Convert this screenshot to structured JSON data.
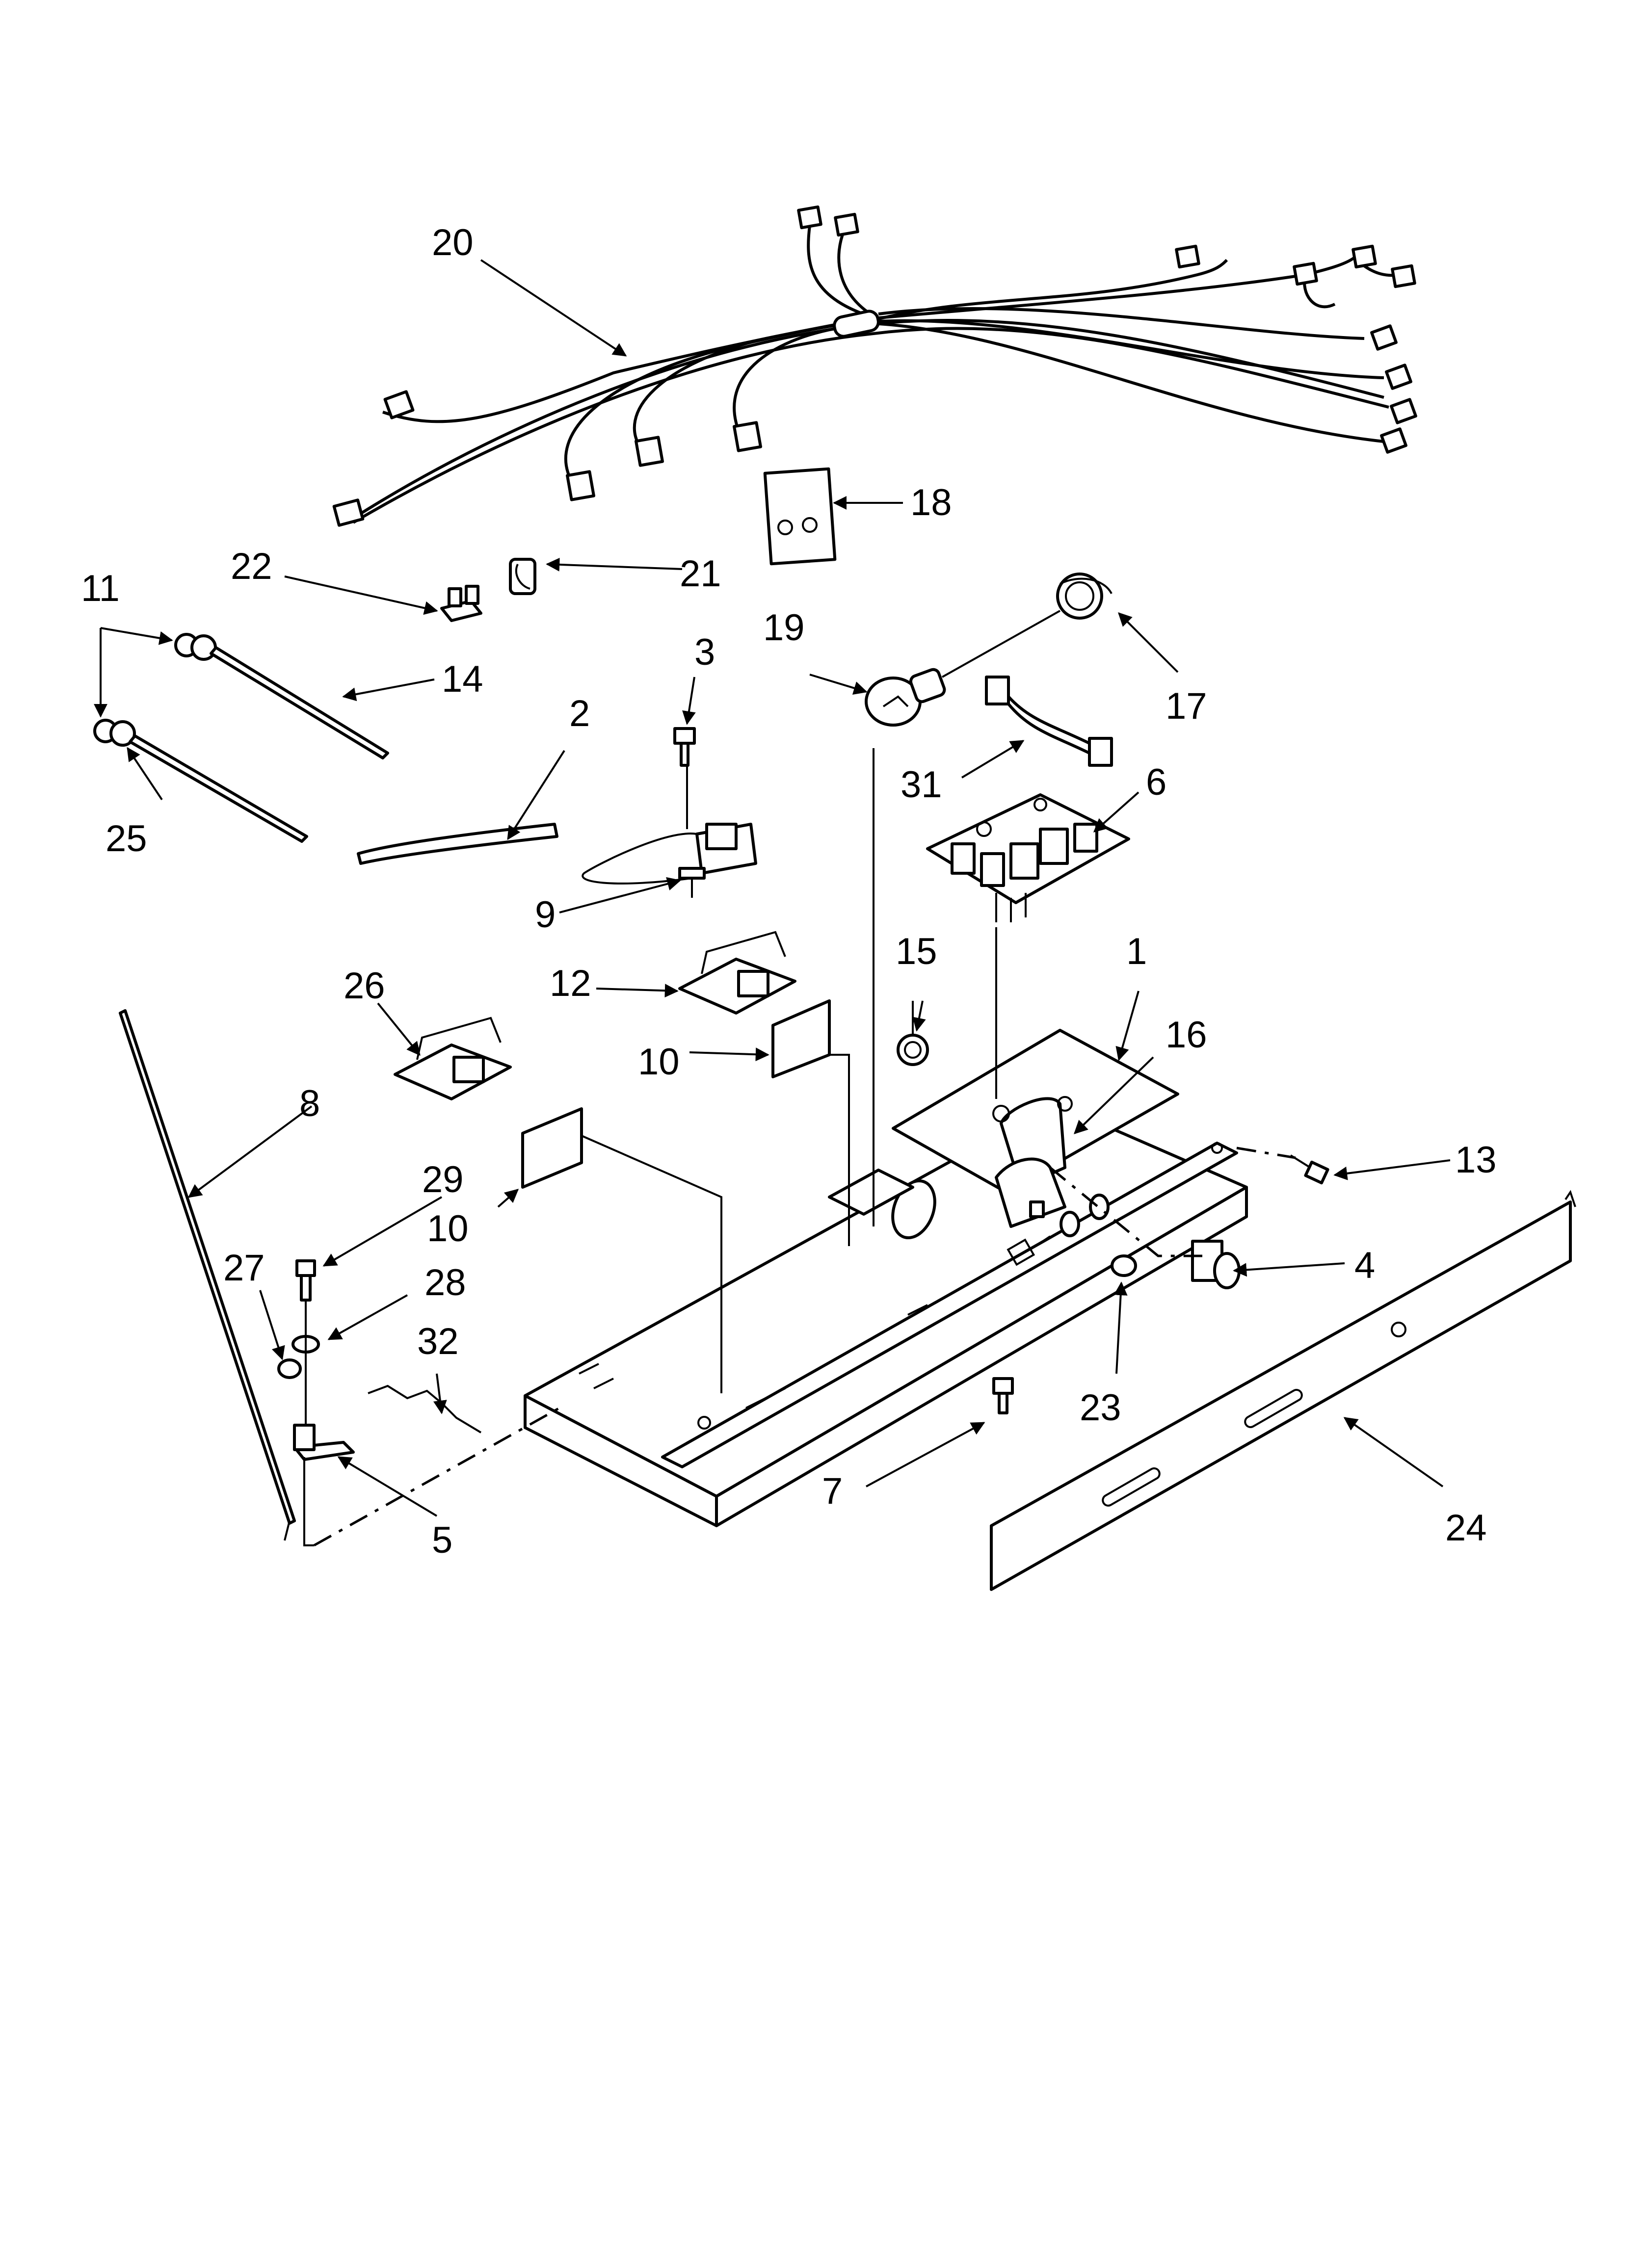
{
  "diagram": {
    "callouts": [
      {
        "id": "c1",
        "label": "1"
      },
      {
        "id": "c2",
        "label": "2"
      },
      {
        "id": "c3",
        "label": "3"
      },
      {
        "id": "c4",
        "label": "4"
      },
      {
        "id": "c5",
        "label": "5"
      },
      {
        "id": "c6",
        "label": "6"
      },
      {
        "id": "c7",
        "label": "7"
      },
      {
        "id": "c8",
        "label": "8"
      },
      {
        "id": "c9",
        "label": "9"
      },
      {
        "id": "c10a",
        "label": "10"
      },
      {
        "id": "c10b",
        "label": "10"
      },
      {
        "id": "c11",
        "label": "11"
      },
      {
        "id": "c12",
        "label": "12"
      },
      {
        "id": "c13",
        "label": "13"
      },
      {
        "id": "c14",
        "label": "14"
      },
      {
        "id": "c15",
        "label": "15"
      },
      {
        "id": "c16",
        "label": "16"
      },
      {
        "id": "c17",
        "label": "17"
      },
      {
        "id": "c18",
        "label": "18"
      },
      {
        "id": "c19",
        "label": "19"
      },
      {
        "id": "c20",
        "label": "20"
      },
      {
        "id": "c21",
        "label": "21"
      },
      {
        "id": "c22",
        "label": "22"
      },
      {
        "id": "c23",
        "label": "23"
      },
      {
        "id": "c24",
        "label": "24"
      },
      {
        "id": "c25",
        "label": "25"
      },
      {
        "id": "c26",
        "label": "26"
      },
      {
        "id": "c27",
        "label": "27"
      },
      {
        "id": "c28",
        "label": "28"
      },
      {
        "id": "c29",
        "label": "29"
      },
      {
        "id": "c31",
        "label": "31"
      },
      {
        "id": "c32",
        "label": "32"
      }
    ]
  }
}
